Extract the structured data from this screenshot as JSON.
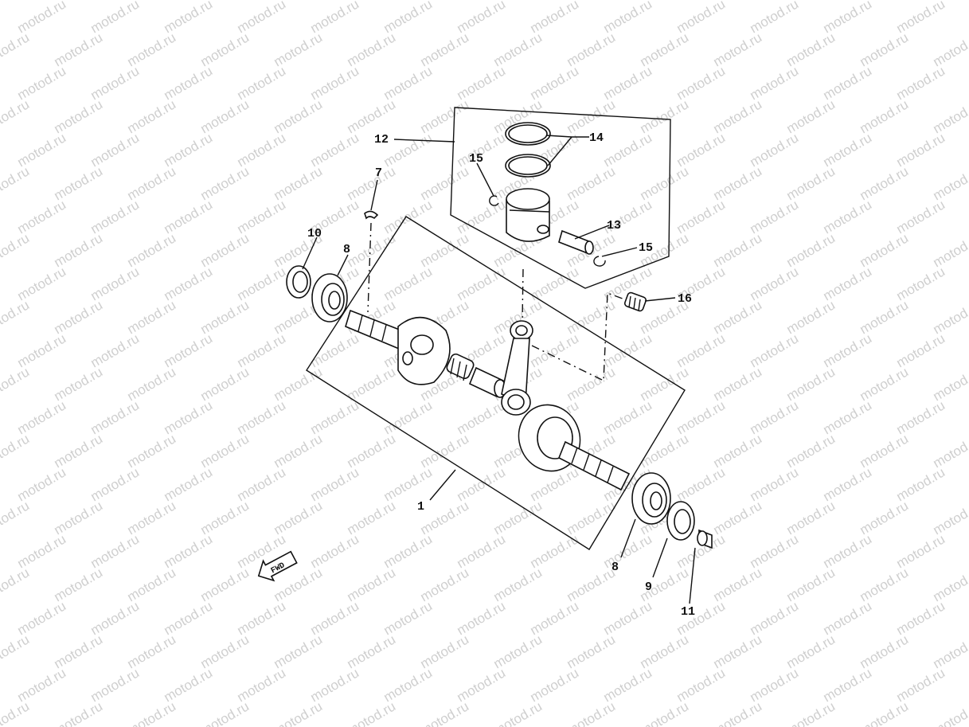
{
  "watermark": {
    "text": "motod.ru"
  },
  "callouts": {
    "crankshaft_assy": "1",
    "woodruff_key": "7",
    "bearing_left": "8",
    "bearing_right": "8",
    "oil_seal_right": "9",
    "oil_seal_left": "10",
    "collar": "11",
    "piston_assy": "12",
    "piston_pin": "13",
    "piston_rings": "14",
    "clip_left": "15",
    "clip_right": "15",
    "needle_bearing": "16"
  },
  "fwd_badge": {
    "text": "FWD"
  }
}
